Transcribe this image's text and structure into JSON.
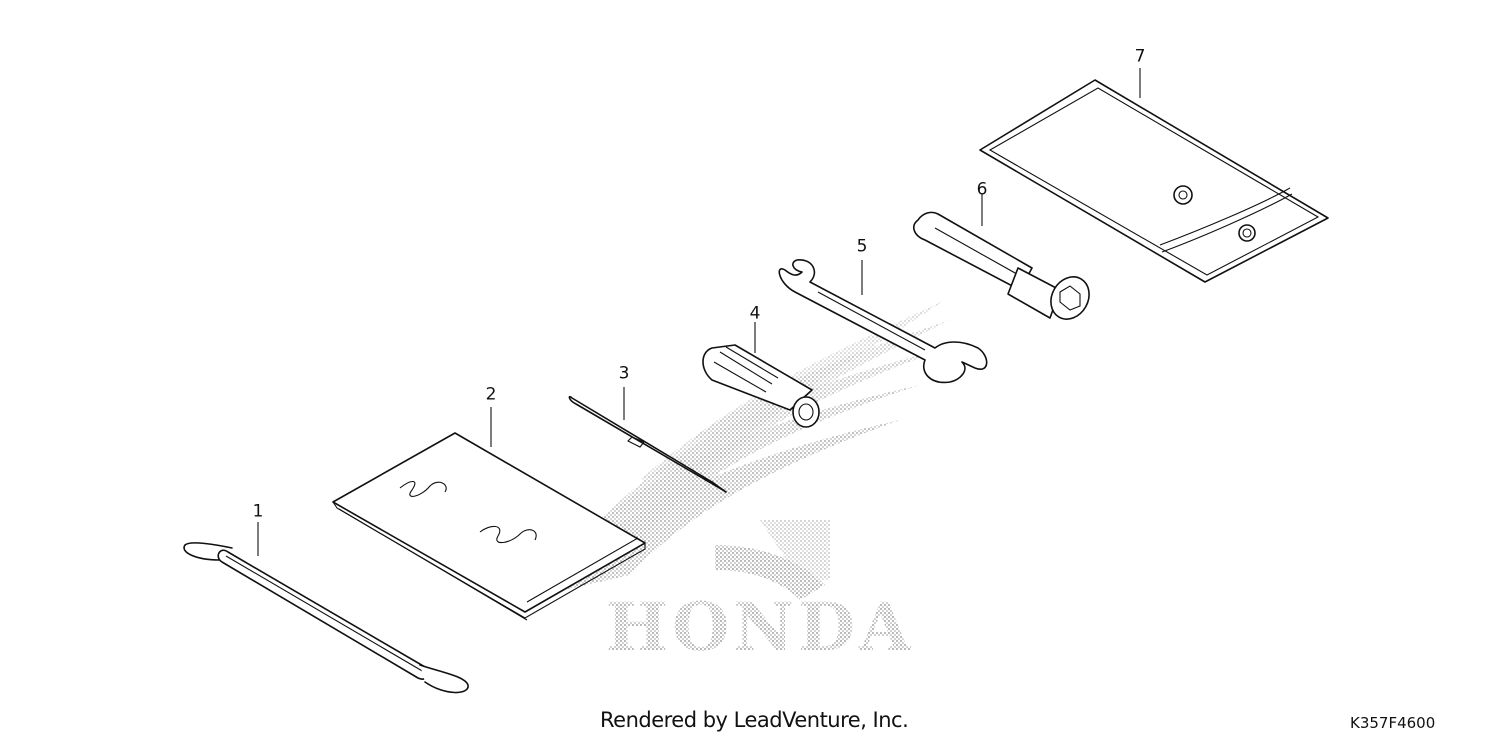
{
  "parts": [
    {
      "number": "1",
      "icon": "strap-icon"
    },
    {
      "number": "2",
      "icon": "manual-bag-icon"
    },
    {
      "number": "3",
      "icon": "screwdriver-blade-icon"
    },
    {
      "number": "4",
      "icon": "screwdriver-handle-icon"
    },
    {
      "number": "5",
      "icon": "open-end-wrench-icon"
    },
    {
      "number": "6",
      "icon": "spark-plug-wrench-icon"
    },
    {
      "number": "7",
      "icon": "tool-bag-icon"
    }
  ],
  "watermark": {
    "text": "HONDA",
    "icon": "honda-wing-logo"
  },
  "footer": {
    "credit": "Rendered by LeadVenture, Inc.",
    "diagram_code": "K357F4600"
  }
}
